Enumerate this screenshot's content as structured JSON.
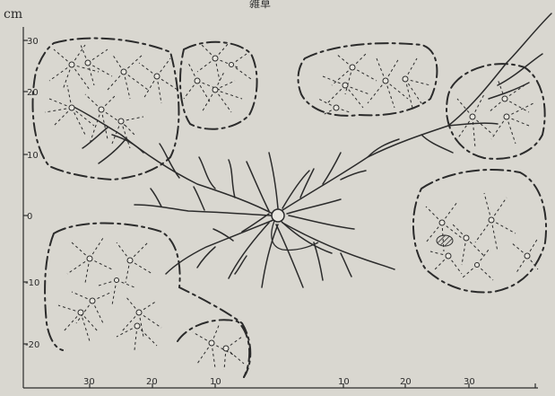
{
  "figure": {
    "title": "雑草",
    "y_unit": "cm",
    "y_ticks": [
      "30",
      "20",
      "10",
      "0",
      "-10",
      "-20"
    ],
    "x_ticks": [
      "30",
      "20",
      "10",
      "10",
      "20",
      "30"
    ]
  },
  "colors": {
    "paper": "#d9d7d0",
    "ink": "#2b2b2b",
    "highlight_cluster": "#3a3a3a"
  }
}
